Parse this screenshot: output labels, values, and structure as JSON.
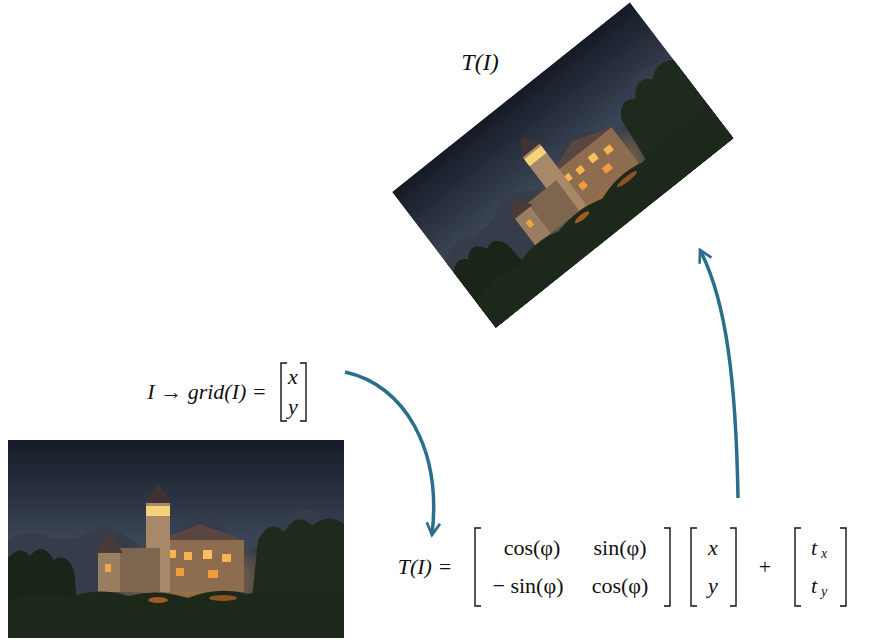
{
  "diagram": {
    "labels": [
      "T(I)",
      "I → grid(I) =",
      "x",
      "y",
      "T(I) =",
      "cos(φ)",
      "sin(φ)",
      "− sin(φ)",
      "cos(φ)",
      "x",
      "y",
      "+",
      "t",
      "x",
      "t",
      "y"
    ]
  }
}
